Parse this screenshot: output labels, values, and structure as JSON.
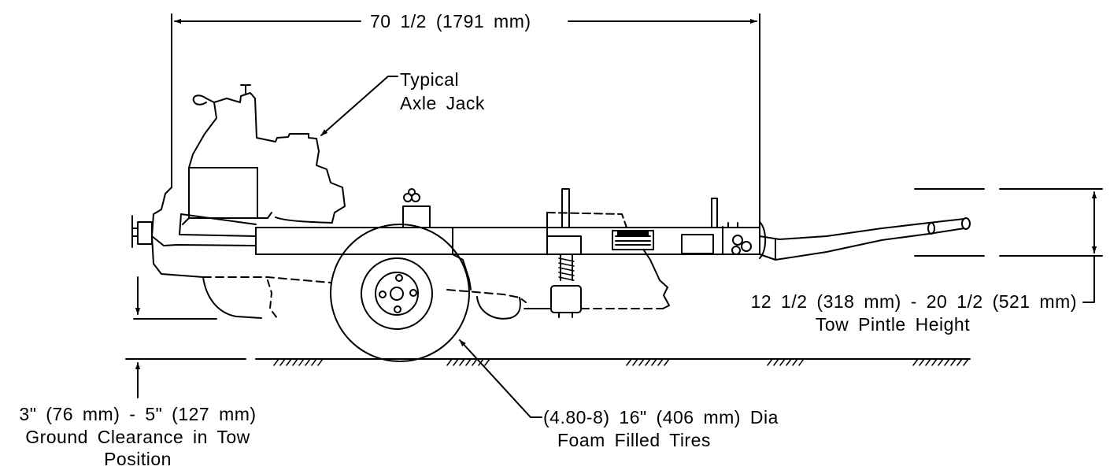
{
  "dimensions": {
    "overall_length": "70  1/2  (1791  mm)",
    "axle_jack": [
      "Typical",
      "Axle Jack"
    ],
    "pintle_height": [
      "12  1/2  (318  mm) - 20  1/2  (521  mm)",
      "Tow Pintle Height"
    ],
    "ground_clearance": [
      "3\"  (76  mm) - 5\"  (127  mm)",
      "Ground Clearance in Tow",
      "Position"
    ],
    "tires": [
      "(4.80-8)  16\"  (406  mm)  Dia",
      "Foam Filled Tires"
    ]
  },
  "colors": {
    "line": "#000000",
    "background": "#ffffff"
  }
}
